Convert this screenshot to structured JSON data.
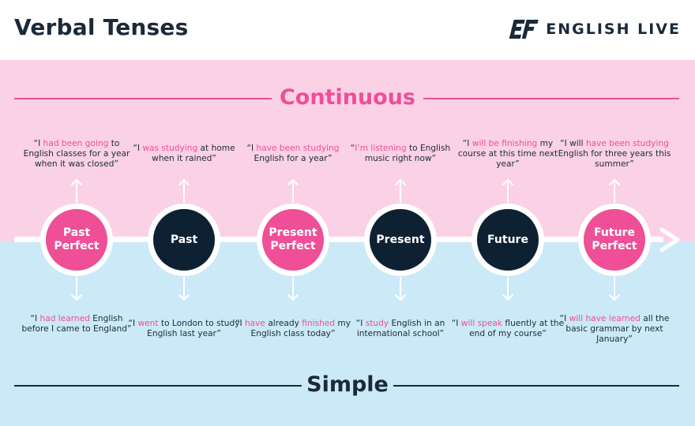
{
  "header": {
    "title": "Verbal Tenses",
    "logo_text": "ENGLISH LIVE",
    "logo_mark": "EF"
  },
  "bands": {
    "continuous": "Continuous",
    "simple": "Simple"
  },
  "colors": {
    "pink": "#ee4f97",
    "navy": "#0d2133",
    "pink_bg": "#fbd1e5",
    "blue_bg": "#cbe9f7",
    "text": "#1a2a3a"
  },
  "nodes": [
    {
      "label": "Past Perfect",
      "style": "pink",
      "continuous": [
        {
          "t": "“I "
        },
        {
          "t": "had been going",
          "h": true
        },
        {
          "t": " to English classes for a year when it was closed”"
        }
      ],
      "simple": [
        {
          "t": "“I "
        },
        {
          "t": "had learned",
          "h": true
        },
        {
          "t": " English before I came to England”"
        }
      ]
    },
    {
      "label": "Past",
      "style": "navy",
      "continuous": [
        {
          "t": "“I "
        },
        {
          "t": "was studying",
          "h": true
        },
        {
          "t": " at home when it rained”"
        }
      ],
      "simple": [
        {
          "t": "“I "
        },
        {
          "t": "went",
          "h": true
        },
        {
          "t": " to London to study English last year”"
        }
      ]
    },
    {
      "label": "Present Perfect",
      "style": "pink",
      "continuous": [
        {
          "t": "“I "
        },
        {
          "t": "have been studying",
          "h": true
        },
        {
          "t": " English for a year”"
        }
      ],
      "simple": [
        {
          "t": "“I "
        },
        {
          "t": "have",
          "h": true
        },
        {
          "t": " already "
        },
        {
          "t": "finished",
          "h": true
        },
        {
          "t": " my English class today”"
        }
      ]
    },
    {
      "label": "Present",
      "style": "navy",
      "continuous": [
        {
          "t": "“"
        },
        {
          "t": "I’m listening",
          "h": true
        },
        {
          "t": " to English music right now”"
        }
      ],
      "simple": [
        {
          "t": "“I "
        },
        {
          "t": "study",
          "h": true
        },
        {
          "t": " English in an international school”"
        }
      ]
    },
    {
      "label": "Future",
      "style": "navy",
      "continuous": [
        {
          "t": "“I "
        },
        {
          "t": "will be finishing",
          "h": true
        },
        {
          "t": " my course at this time next year”"
        }
      ],
      "simple": [
        {
          "t": "“I "
        },
        {
          "t": "will speak",
          "h": true
        },
        {
          "t": " fluently at the end of my course”"
        }
      ]
    },
    {
      "label": "Future Perfect",
      "style": "pink",
      "continuous": [
        {
          "t": "“I will "
        },
        {
          "t": "have been studying",
          "h": true
        },
        {
          "t": " English for three years this summer”"
        }
      ],
      "simple": [
        {
          "t": "“I "
        },
        {
          "t": "will have learned",
          "h": true
        },
        {
          "t": " all the basic grammar by next January”"
        }
      ]
    }
  ]
}
